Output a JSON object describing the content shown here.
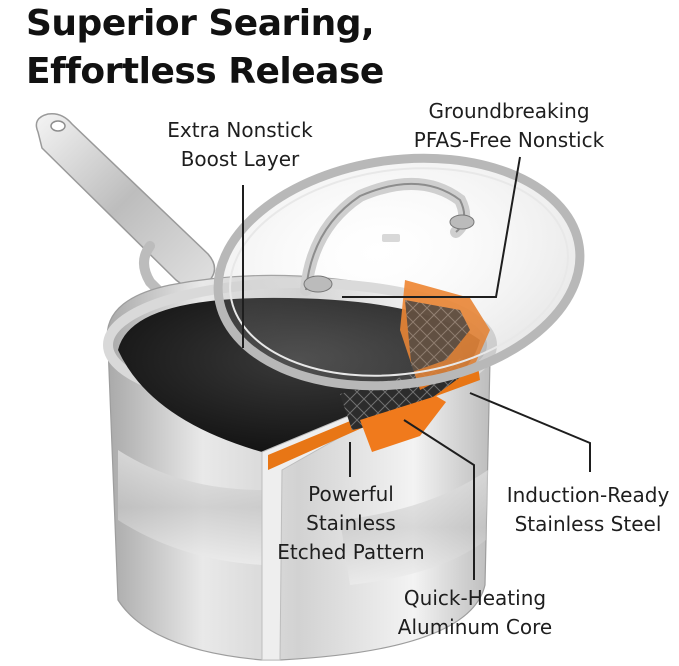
{
  "headline": {
    "line1": "Superior Searing,",
    "line2": "Effortless Release"
  },
  "callouts": {
    "boost_layer": [
      "Extra Nonstick",
      "Boost Layer"
    ],
    "pfas_free": [
      "Groundbreaking",
      "PFAS-Free Nonstick"
    ],
    "etched_pattern": [
      "Powerful",
      "Stainless",
      "Etched Pattern"
    ],
    "induction": [
      "Induction-Ready",
      "Stainless Steel"
    ],
    "aluminum_core": [
      "Quick-Heating",
      "Aluminum Core"
    ]
  },
  "colors": {
    "accent_core": "#f07a1c",
    "steel": "#c9c9c9",
    "nonstick": "#2a2a2a"
  }
}
